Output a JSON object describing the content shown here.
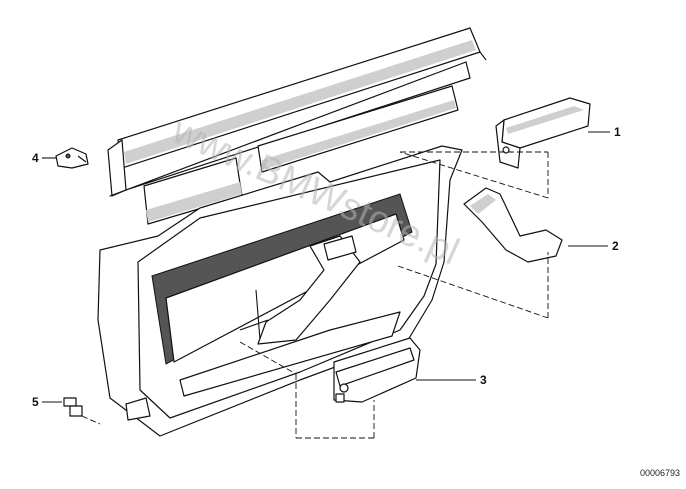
{
  "diagram": {
    "callouts": [
      {
        "id": "1",
        "label": "1"
      },
      {
        "id": "2",
        "label": "2"
      },
      {
        "id": "3",
        "label": "3"
      },
      {
        "id": "4",
        "label": "4"
      },
      {
        "id": "5",
        "label": "5"
      }
    ],
    "watermark": "www.BMWstore.pl",
    "doc_number": "00006793"
  }
}
